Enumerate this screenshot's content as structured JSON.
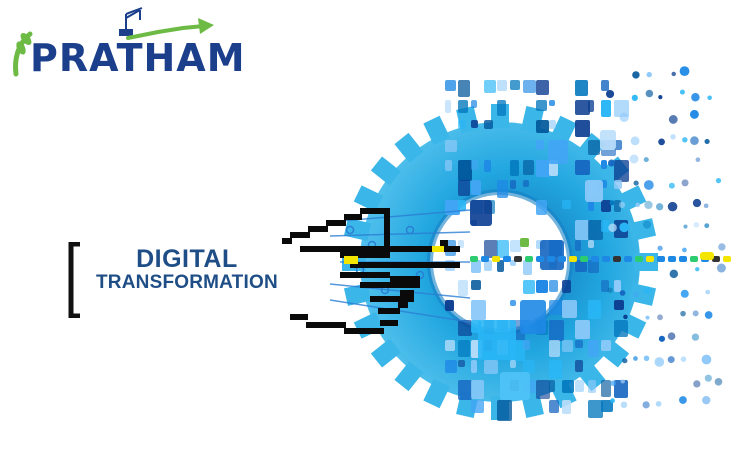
{
  "logo": {
    "text": "PRATHAM"
  },
  "headline": {
    "line1": "DIGITAL",
    "line2": "TRANSFORMATION"
  },
  "colors": {
    "brand_blue": "#1c3f8c",
    "brand_green": "#6dbb45",
    "headline_blue": "#1f4e86",
    "gear_blue": "#1e9ad6",
    "accent_yellow": "#f3e500"
  },
  "icons": [
    "logo-crane-icon",
    "logo-arrow-icon",
    "gear-icon",
    "pixel-hand-icon",
    "bracket-icon"
  ]
}
